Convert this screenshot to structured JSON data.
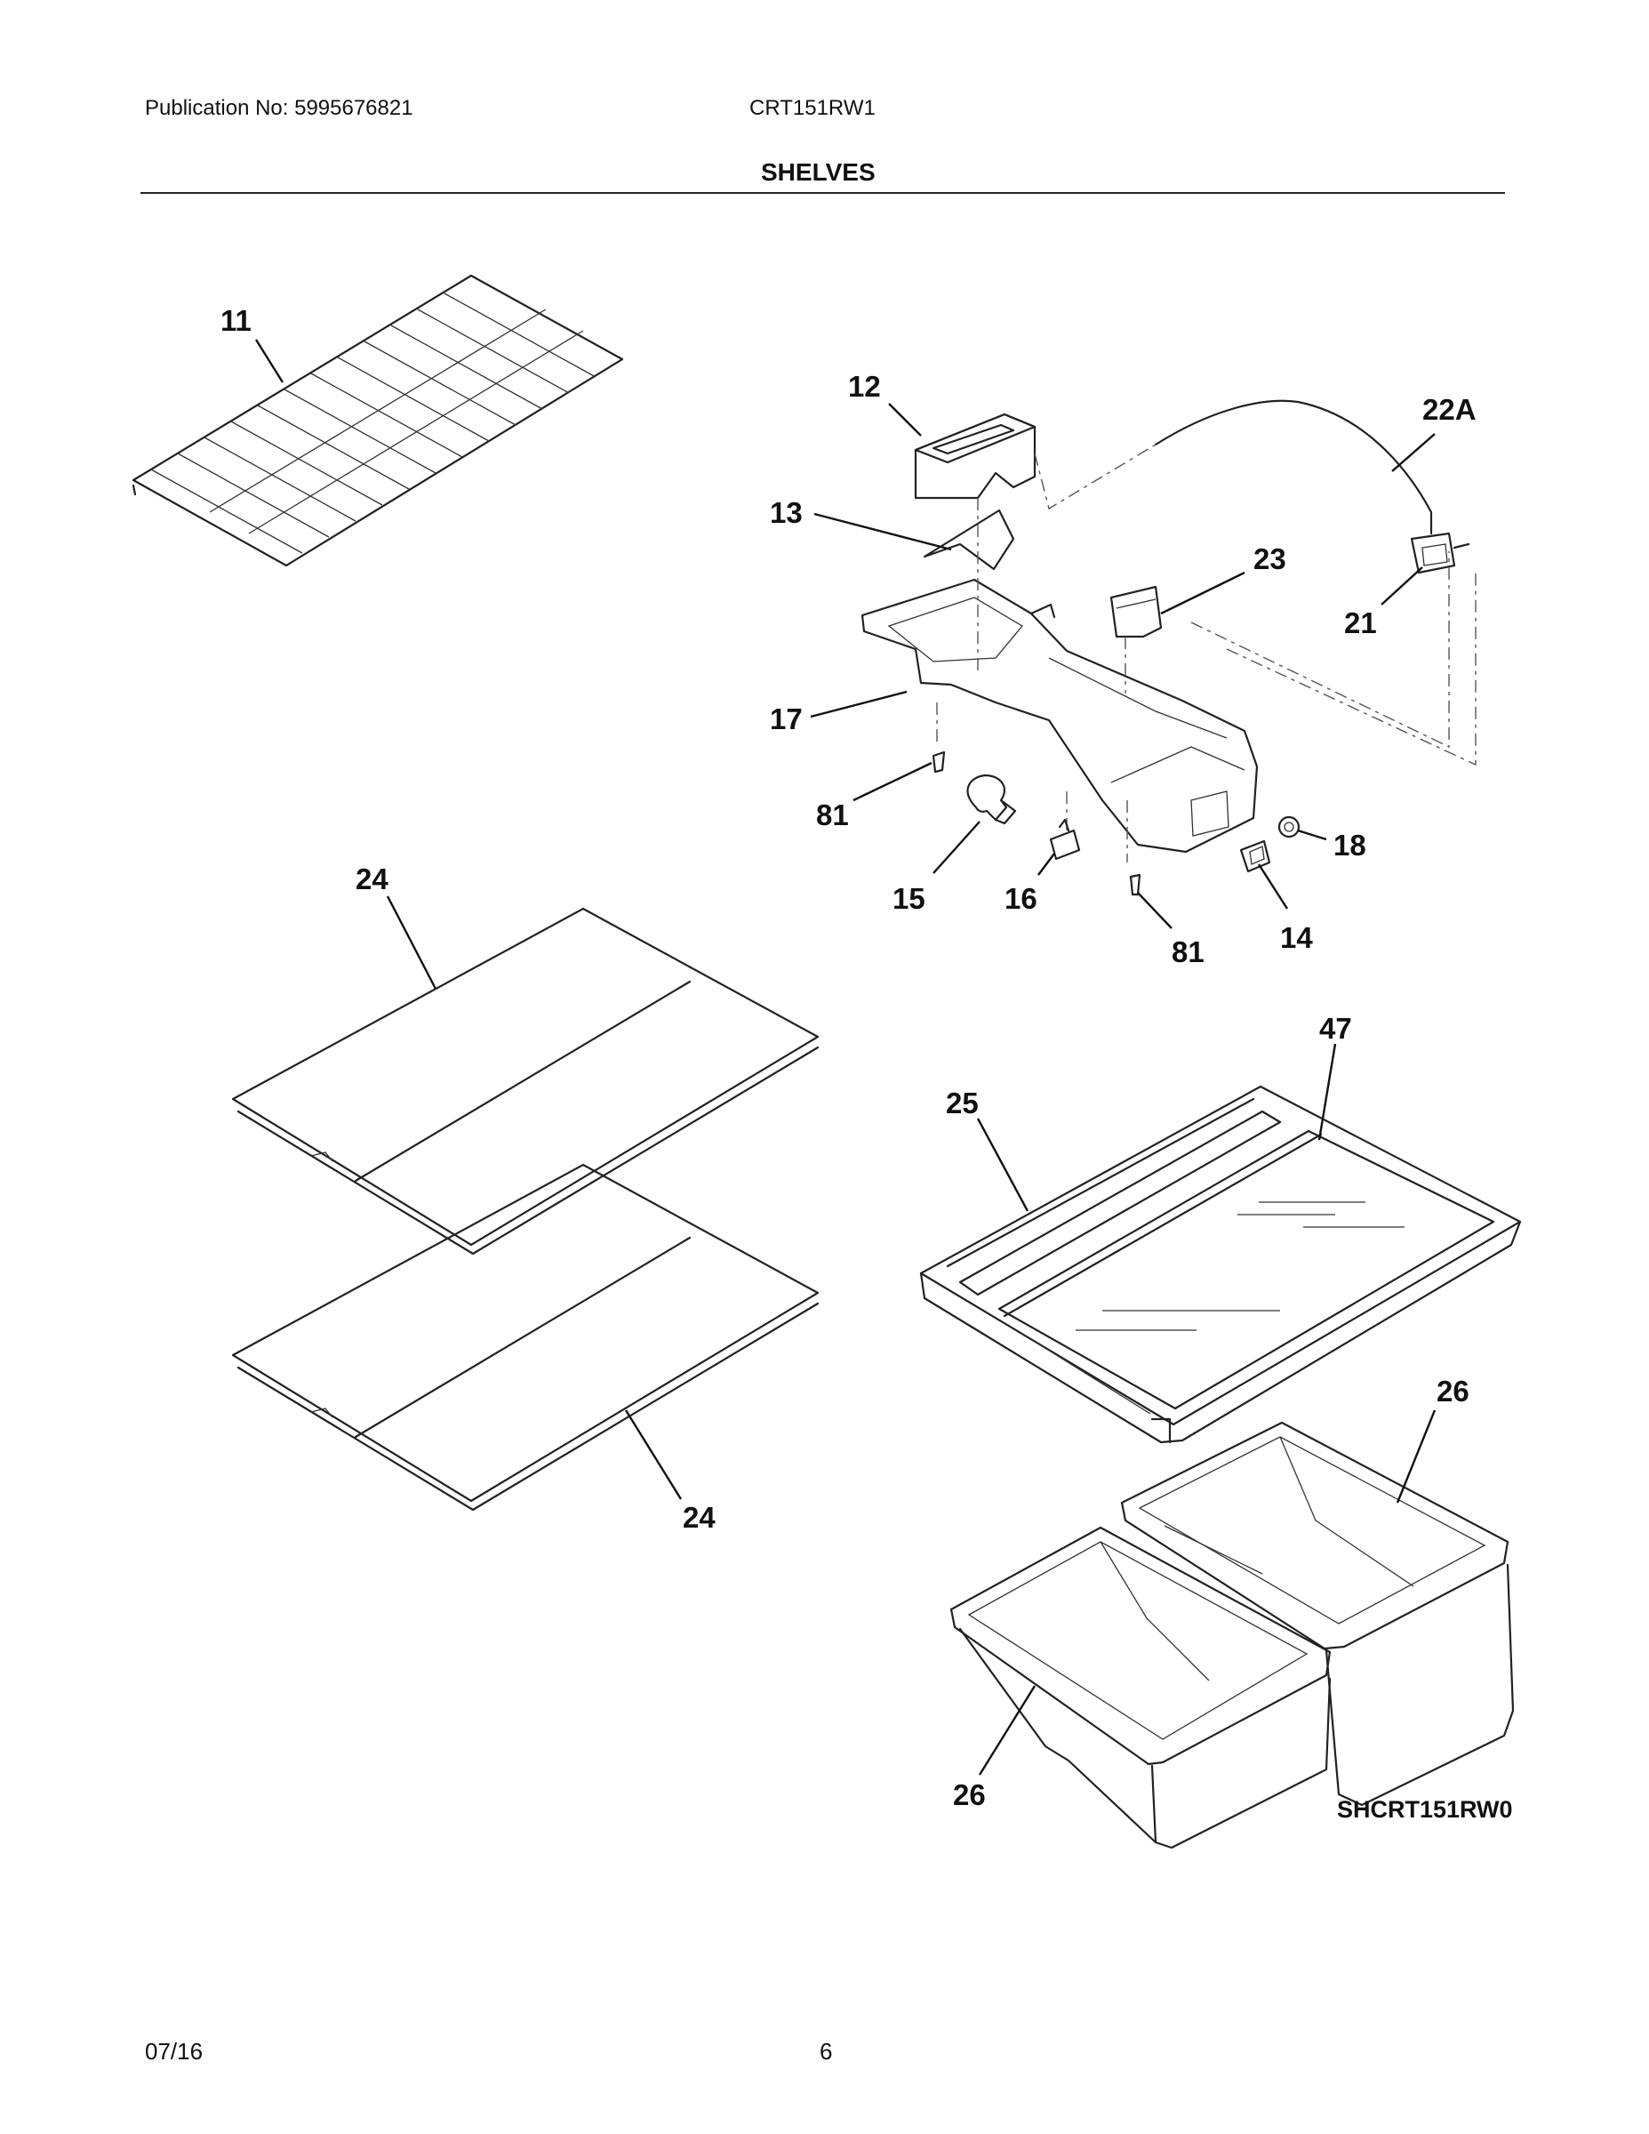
{
  "header": {
    "publication": "Publication No: 5995676821",
    "model": "CRT151RW1",
    "section_title": "SHELVES"
  },
  "footer": {
    "date": "07/16",
    "page": "6"
  },
  "diagram": {
    "drawing_code": "SHCRT151RW0",
    "callouts": [
      "11",
      "12",
      "22A",
      "13",
      "23",
      "21",
      "17",
      "81",
      "18",
      "15",
      "16",
      "14",
      "81",
      "24",
      "47",
      "25",
      "24",
      "26",
      "26"
    ]
  }
}
